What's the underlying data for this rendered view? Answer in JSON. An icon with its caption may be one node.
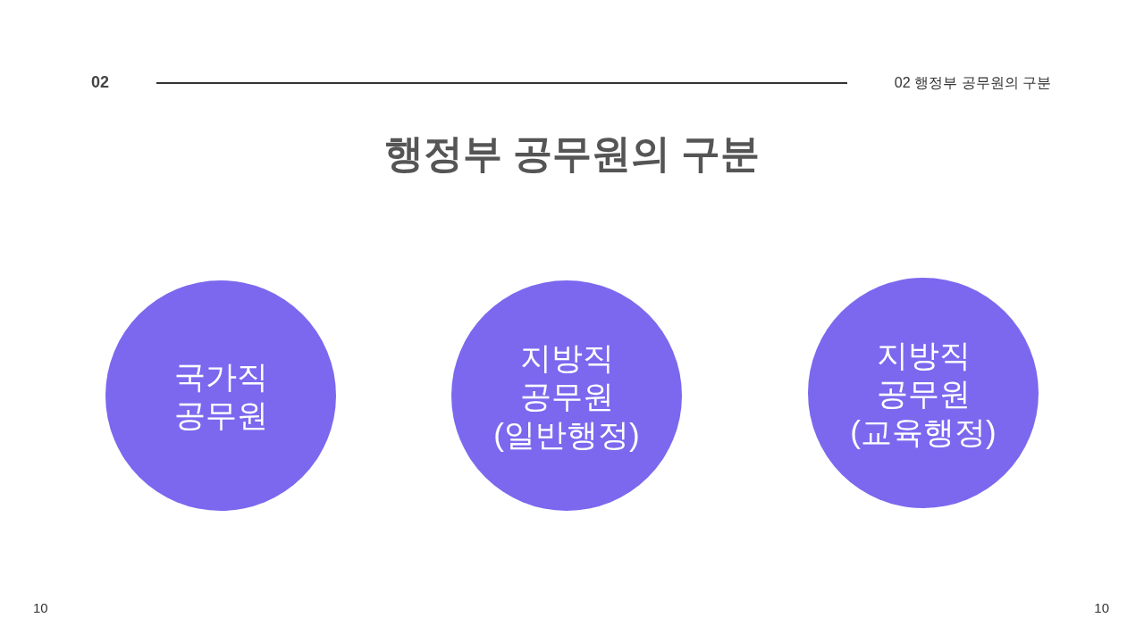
{
  "diagram": {
    "title": "행정부 공무원의 구분",
    "nodes": [
      {
        "text": [
          "국가직 공무원"
        ]
      },
      {
        "text": [
          "지방직 공무원 (일반행정)"
        ]
      },
      {
        "text": [
          "지방직 공무원 (교육행정)"
        ]
      }
    ],
    "labels": [
      "02",
      "02 행정부 공무원의 구분",
      "10",
      "10"
    ]
  }
}
